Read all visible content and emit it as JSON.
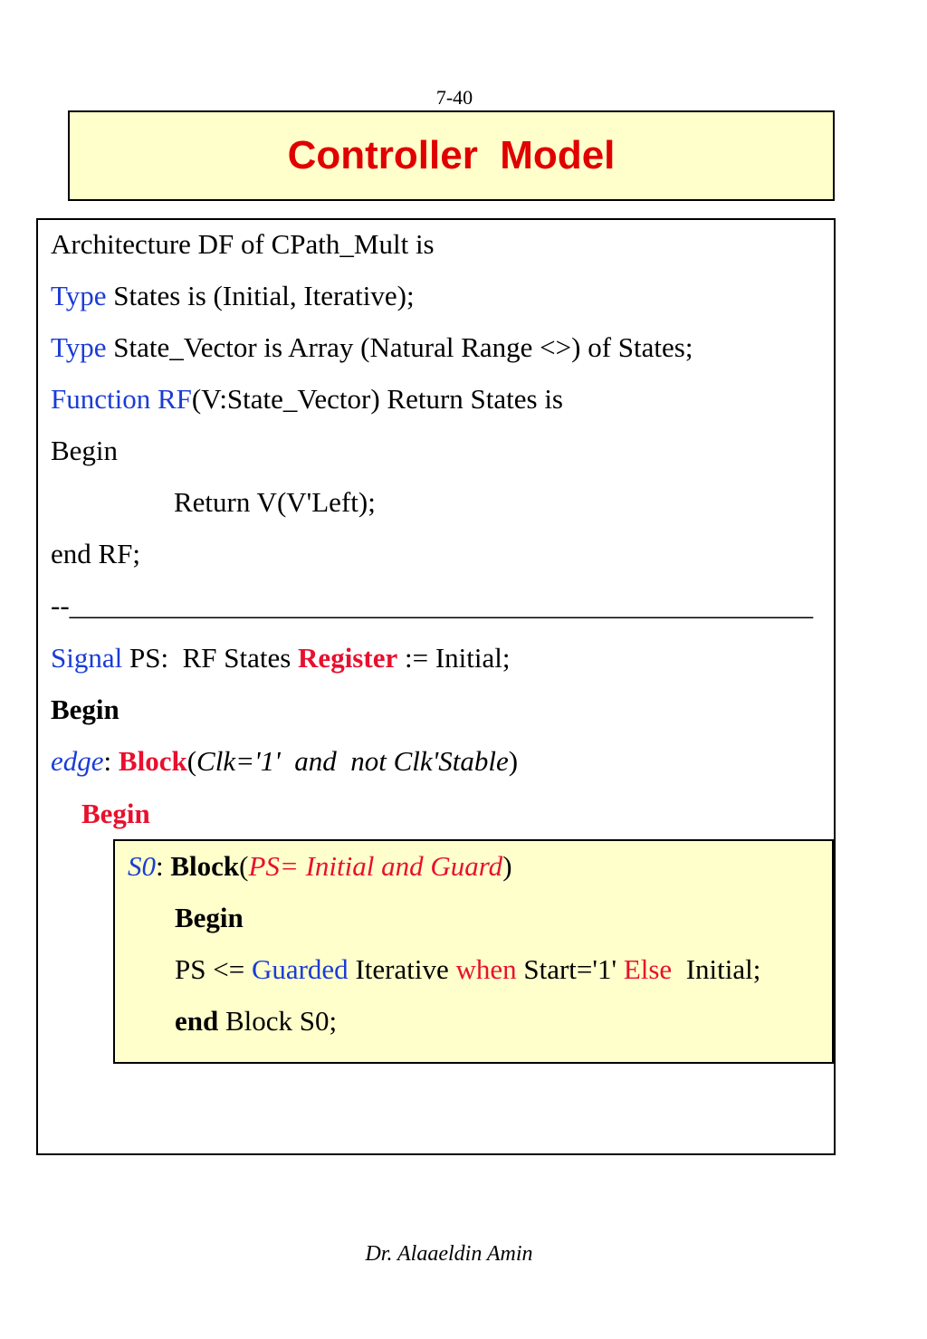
{
  "page_number": "7-40",
  "title": "Controller  Model",
  "code": {
    "l1": "Architecture DF of CPath_Mult is",
    "l2_kw": "Type",
    "l2_rest": " States is (Initial, Iterative);",
    "l3_kw": "Type",
    "l3_rest": " State_Vector is Array (Natural Range <>) of States;",
    "l4_kw": "Function RF",
    "l4_rest": "(V:State_Vector) Return States is",
    "l5": "Begin",
    "l6": "Return V(V'Left);",
    "l7": "end RF;",
    "l8": "--_____________________________________________________",
    "l9_kw": "Signal",
    "l9_mid": " PS:  RF States ",
    "l9_reg": "Register",
    "l9_rest": " := Initial;",
    "l10": "Begin",
    "l11_label": "edge",
    "l11_colon": ": ",
    "l11_block": "Block",
    "l11_open": "(",
    "l11_cond": "Clk='1'  and  not Clk'Stable",
    "l11_close": ")",
    "l12": "Begin"
  },
  "inner": {
    "s0": "S0",
    "colon": ": ",
    "block": "Block",
    "open": "(",
    "guard": "PS= Initial and Guard",
    "close": ")",
    "begin": "Begin",
    "assign_a": "PS <= ",
    "guarded": "Guarded",
    "assign_b": " Iterative ",
    "when": "when",
    "assign_c": " Start='1' ",
    "else_kw": "Else",
    "assign_d": "  Initial;",
    "end_kw": "end",
    "end_rest": " Block S0;"
  },
  "footer": "Dr. Alaaeldin Amin",
  "colors": {
    "title": "#e00000",
    "keyword_blue": "#1a3cd6",
    "keyword_red": "#e8102e",
    "box_fill": "#ffffcc"
  }
}
